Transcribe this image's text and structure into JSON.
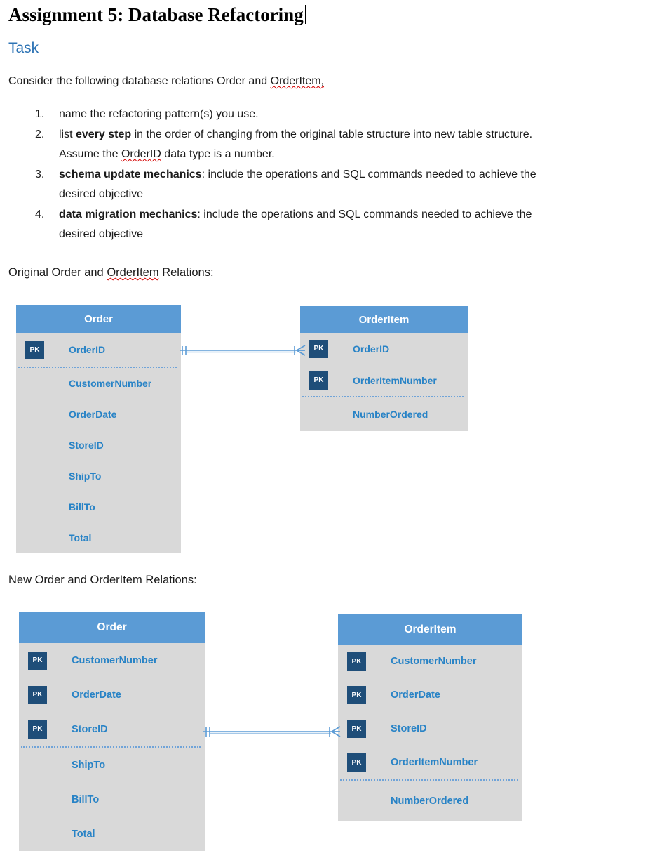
{
  "document": {
    "title": "Assignment 5: Database Refactoring",
    "section_heading": "Task",
    "intro": {
      "text": "Consider the following database relations Order and ",
      "flagged": "OrderItem,"
    },
    "tasks": {
      "item1": {
        "number": "1.",
        "text": "name the refactoring pattern(s) you use."
      },
      "item2": {
        "number": "2.",
        "pre": "list ",
        "bold": "every step",
        "mid": " in the order of changing from the original table structure into new table structure. Assume the ",
        "flagged": "OrderID",
        "post": " data type is a number."
      },
      "item3": {
        "number": "3.",
        "bold": "schema update mechanics",
        "text": ": include the operations and SQL commands needed to achieve the desired objective"
      },
      "item4": {
        "number": "4.",
        "bold": "data migration mechanics",
        "text": ": include the operations and SQL commands needed to achieve the desired objective"
      }
    },
    "captions": {
      "original_pre": "Original Order and ",
      "original_flagged": "OrderItem",
      "original_post": " Relations:",
      "new": "New Order and OrderItem Relations:"
    }
  },
  "labels": {
    "pk": "PK"
  },
  "erd": {
    "original": {
      "order": {
        "title": "Order",
        "keys": [
          "OrderID"
        ],
        "attrs": [
          "CustomerNumber",
          "OrderDate",
          "StoreID",
          "ShipTo",
          "BillTo",
          "Total"
        ]
      },
      "orderitem": {
        "title": "OrderItem",
        "keys": [
          "OrderID",
          "OrderItemNumber"
        ],
        "attrs": [
          "NumberOrdered"
        ]
      },
      "relationship": "one-to-many"
    },
    "new": {
      "order": {
        "title": "Order",
        "keys": [
          "CustomerNumber",
          "OrderDate",
          "StoreID"
        ],
        "attrs": [
          "ShipTo",
          "BillTo",
          "Total"
        ]
      },
      "orderitem": {
        "title": "OrderItem",
        "keys": [
          "CustomerNumber",
          "OrderDate",
          "StoreID",
          "OrderItemNumber"
        ],
        "attrs": [
          "NumberOrdered"
        ]
      },
      "relationship": "one-to-many"
    }
  },
  "colors": {
    "header_blue": "#5b9bd5",
    "table_gray": "#d9d9d9",
    "pk_badge": "#1f4e79",
    "field_blue": "#2883c6",
    "heading_blue": "#2e74b5",
    "connector_blue": "#5b9bd5",
    "squiggle_red": "#d40000"
  }
}
